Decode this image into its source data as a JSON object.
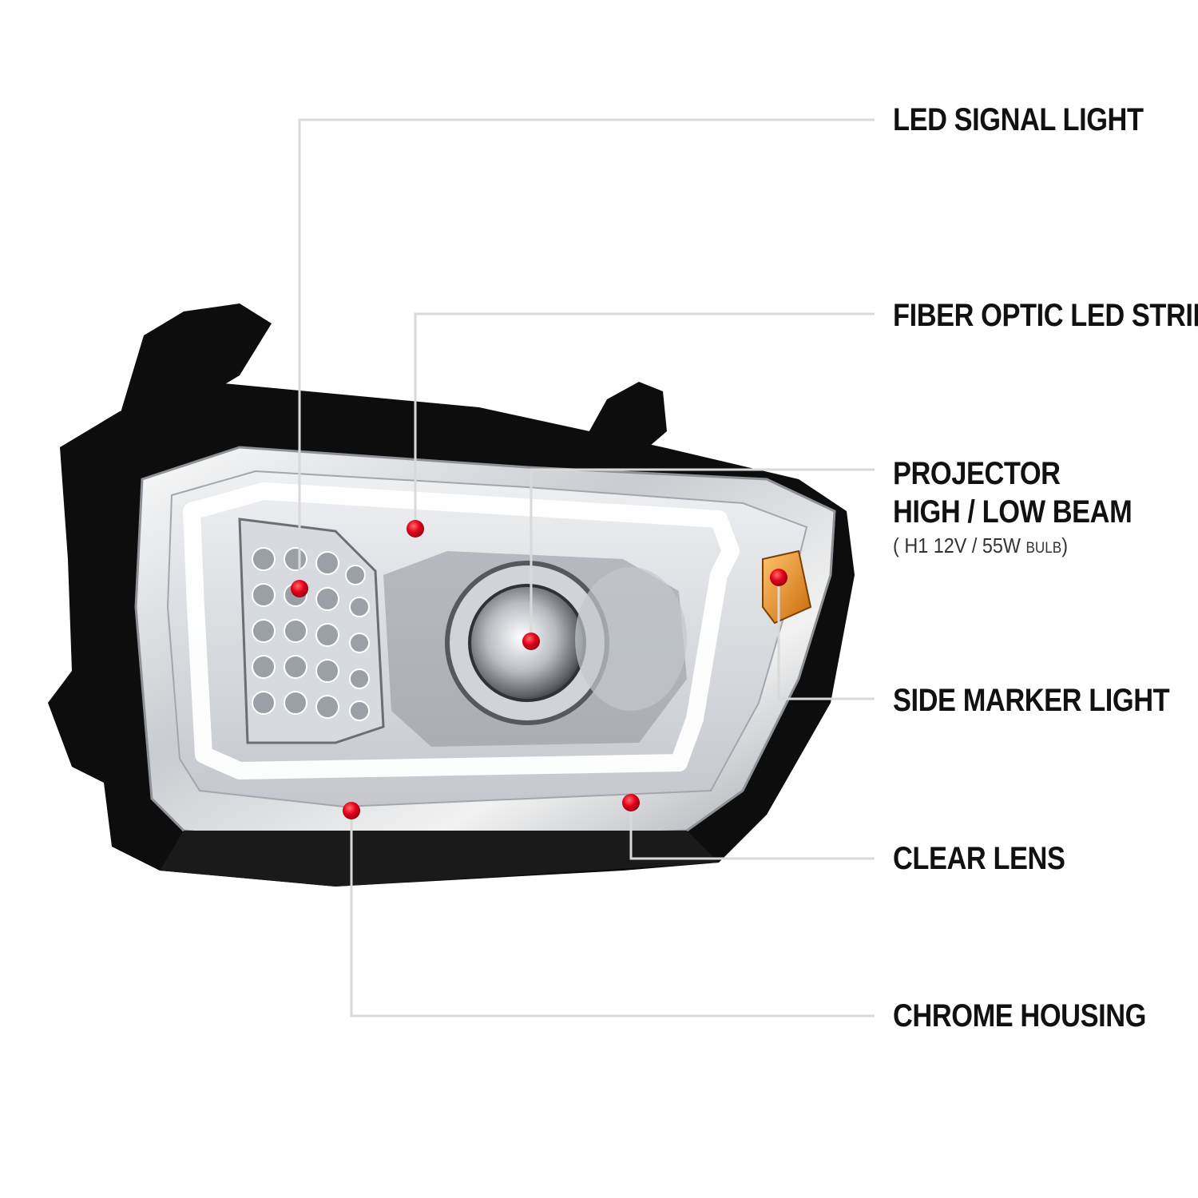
{
  "callouts": {
    "led_signal_light": "LED SIGNAL LIGHT",
    "fiber_optic_led_strip": "FIBER OPTIC LED STRIP",
    "projector_line1": "PROJECTOR",
    "projector_line2": "HIGH / LOW BEAM",
    "bulb_spec": {
      "open_paren": "(",
      "bulb": "H1",
      "voltage": "12V / 55W",
      "suffix": "BULB",
      "close_paren": ")"
    },
    "side_marker_light": "SIDE MARKER LIGHT",
    "clear_lens": "CLEAR LENS",
    "chrome_housing": "CHROME HOUSING"
  },
  "colors": {
    "leader_line": "#d9d9d9",
    "marker_dot": "#e3001b",
    "label_text": "#111111",
    "amber_reflector": "#e8901f",
    "housing_black": "#0d0d0d",
    "chrome": "#d8dadd"
  }
}
